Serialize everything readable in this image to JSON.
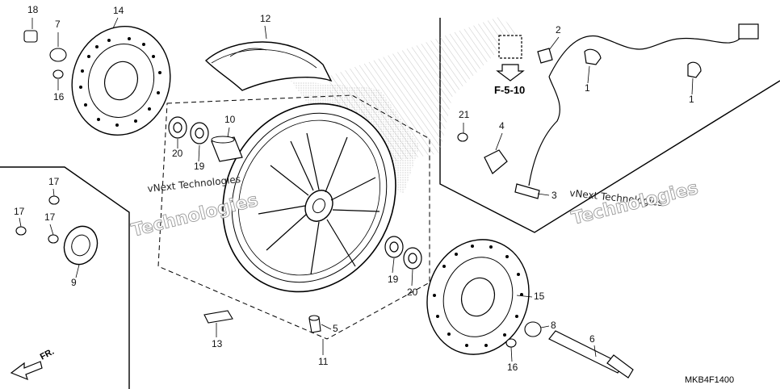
{
  "diagram": {
    "code": "MKB4F1400",
    "ref": "F-5-10",
    "front_label": "FR.",
    "watermark": {
      "line1": "vNext Technologies",
      "line2": "Technologies"
    },
    "callouts": [
      {
        "id": "c18",
        "label": "18"
      },
      {
        "id": "c7",
        "label": "7"
      },
      {
        "id": "c16a",
        "label": "16"
      },
      {
        "id": "c14",
        "label": "14"
      },
      {
        "id": "c12",
        "label": "12"
      },
      {
        "id": "c10",
        "label": "10"
      },
      {
        "id": "c20a",
        "label": "20"
      },
      {
        "id": "c19a",
        "label": "19"
      },
      {
        "id": "c17a",
        "label": "17"
      },
      {
        "id": "c17b",
        "label": "17"
      },
      {
        "id": "c17c",
        "label": "17"
      },
      {
        "id": "c9",
        "label": "9"
      },
      {
        "id": "c2",
        "label": "2"
      },
      {
        "id": "c1a",
        "label": "1"
      },
      {
        "id": "c1b",
        "label": "1"
      },
      {
        "id": "c21",
        "label": "21"
      },
      {
        "id": "c4",
        "label": "4"
      },
      {
        "id": "c3",
        "label": "3"
      },
      {
        "id": "c19b",
        "label": "19"
      },
      {
        "id": "c20b",
        "label": "20"
      },
      {
        "id": "c15",
        "label": "15"
      },
      {
        "id": "c8",
        "label": "8"
      },
      {
        "id": "c6",
        "label": "6"
      },
      {
        "id": "c16b",
        "label": "16"
      },
      {
        "id": "c5",
        "label": "5"
      },
      {
        "id": "c13",
        "label": "13"
      },
      {
        "id": "c11",
        "label": "11"
      }
    ]
  }
}
